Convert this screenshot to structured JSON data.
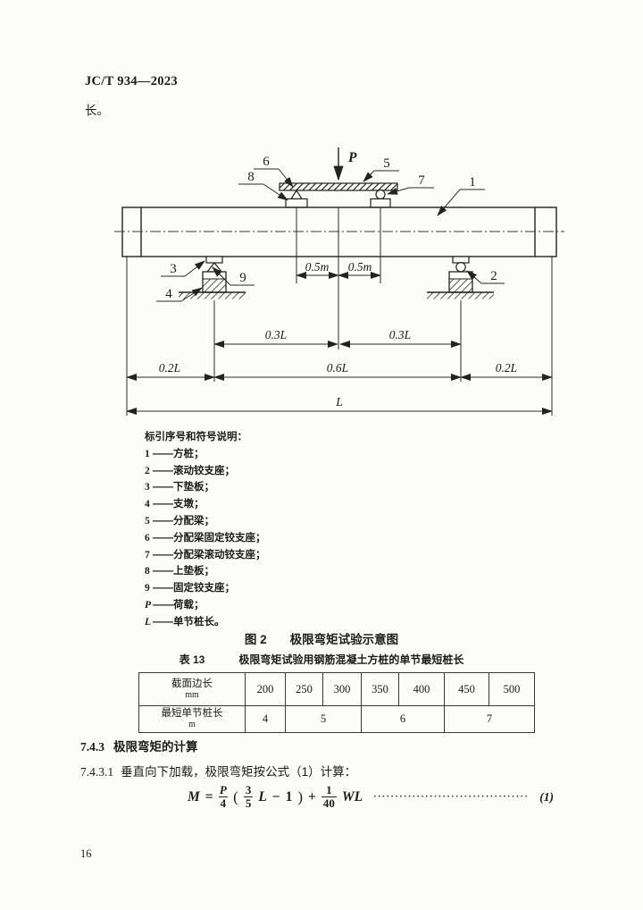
{
  "header": {
    "standard_code": "JC/T 934—2023"
  },
  "intro": {
    "paragraph": "长。"
  },
  "figure": {
    "caption_label": "图 2",
    "caption_title": "极限弯矩试验示意图",
    "load_label": "P",
    "callouts": {
      "c1": "1",
      "c2": "2",
      "c3": "3",
      "c4": "4",
      "c5": "5",
      "c6": "6",
      "c7": "7",
      "c8": "8",
      "c9": "9"
    },
    "dims": {
      "half_left": "0.5m",
      "half_right": "0.5m",
      "third_left": "0.3L",
      "third_right": "0.3L",
      "fifth_left": "0.2L",
      "middle": "0.6L",
      "fifth_right": "0.2L",
      "total": "L"
    },
    "legend_title": "标引序号和符号说明：",
    "legend": [
      {
        "num": "1",
        "desc": "——方桩；"
      },
      {
        "num": "2",
        "desc": "——滚动铰支座；"
      },
      {
        "num": "3",
        "desc": "——下垫板；"
      },
      {
        "num": "4",
        "desc": "——支墩；"
      },
      {
        "num": "5",
        "desc": "——分配梁；"
      },
      {
        "num": "6",
        "desc": "——分配梁固定铰支座；"
      },
      {
        "num": "7",
        "desc": "——分配梁滚动铰支座；"
      },
      {
        "num": "8",
        "desc": "——上垫板；"
      },
      {
        "num": "9",
        "desc": "——固定铰支座；"
      },
      {
        "num": "P",
        "desc": "——荷载；"
      },
      {
        "num": "L",
        "desc": "——单节桩长。"
      }
    ]
  },
  "table": {
    "caption_label": "表 13",
    "caption_title": "极限弯矩试验用钢筋混凝土方桩的单节最短桩长",
    "row1_header": {
      "name": "截面边长",
      "unit": "mm"
    },
    "row1_values": [
      "200",
      "250",
      "300",
      "350",
      "400",
      "450",
      "500"
    ],
    "row2_header": {
      "name": "最短单节桩长",
      "unit": "m"
    },
    "row2_values": [
      "4",
      "5",
      "6",
      "7"
    ]
  },
  "sections": {
    "heading": {
      "num": "7.4.3",
      "title": "极限弯矩的计算"
    },
    "para": {
      "num": "7.4.3.1",
      "text": "垂直向下加载，极限弯矩按公式（1）计算："
    }
  },
  "formula": {
    "lhs": "M",
    "equals": "=",
    "num1": "P",
    "den1": "4",
    "open": "(",
    "num2": "3",
    "den2": "5",
    "variable": "L",
    "minus": "−",
    "one": "1",
    "close": ")",
    "plus": "+",
    "num3": "1",
    "den3": "40",
    "tail_vars": "WL",
    "leader_dots": "····································",
    "eq_no": "(1)"
  },
  "page": {
    "number": "16"
  }
}
